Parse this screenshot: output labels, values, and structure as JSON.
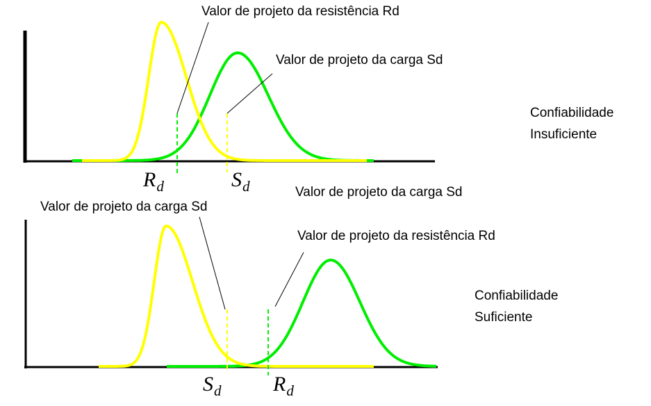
{
  "colors": {
    "resistance_curve": "#ffff00",
    "load_curve": "#00ee00",
    "axes": "#000000",
    "pointer": "#000000"
  },
  "panels": [
    {
      "id": "top",
      "annotations": {
        "resistance": "Valor de projeto da resistência Rd",
        "load": "Valor de projeto da carga Sd"
      },
      "markers": {
        "rd": {
          "main": "R",
          "sub": "d"
        },
        "sd": {
          "main": "S",
          "sub": "d"
        }
      },
      "side_label": {
        "line1": "Confiabilidade",
        "line2": "Insuficiente"
      }
    },
    {
      "id": "bottom",
      "annotations": {
        "load_upper": "Valor de projeto da carga Sd",
        "load": "Valor de projeto da carga Sd",
        "resistance": "Valor de projeto da resistência Rd"
      },
      "markers": {
        "sd": {
          "main": "S",
          "sub": "d"
        },
        "rd": {
          "main": "R",
          "sub": "d"
        }
      },
      "side_label": {
        "line1": "Confiabilidade",
        "line2": "Suficiente"
      }
    }
  ]
}
